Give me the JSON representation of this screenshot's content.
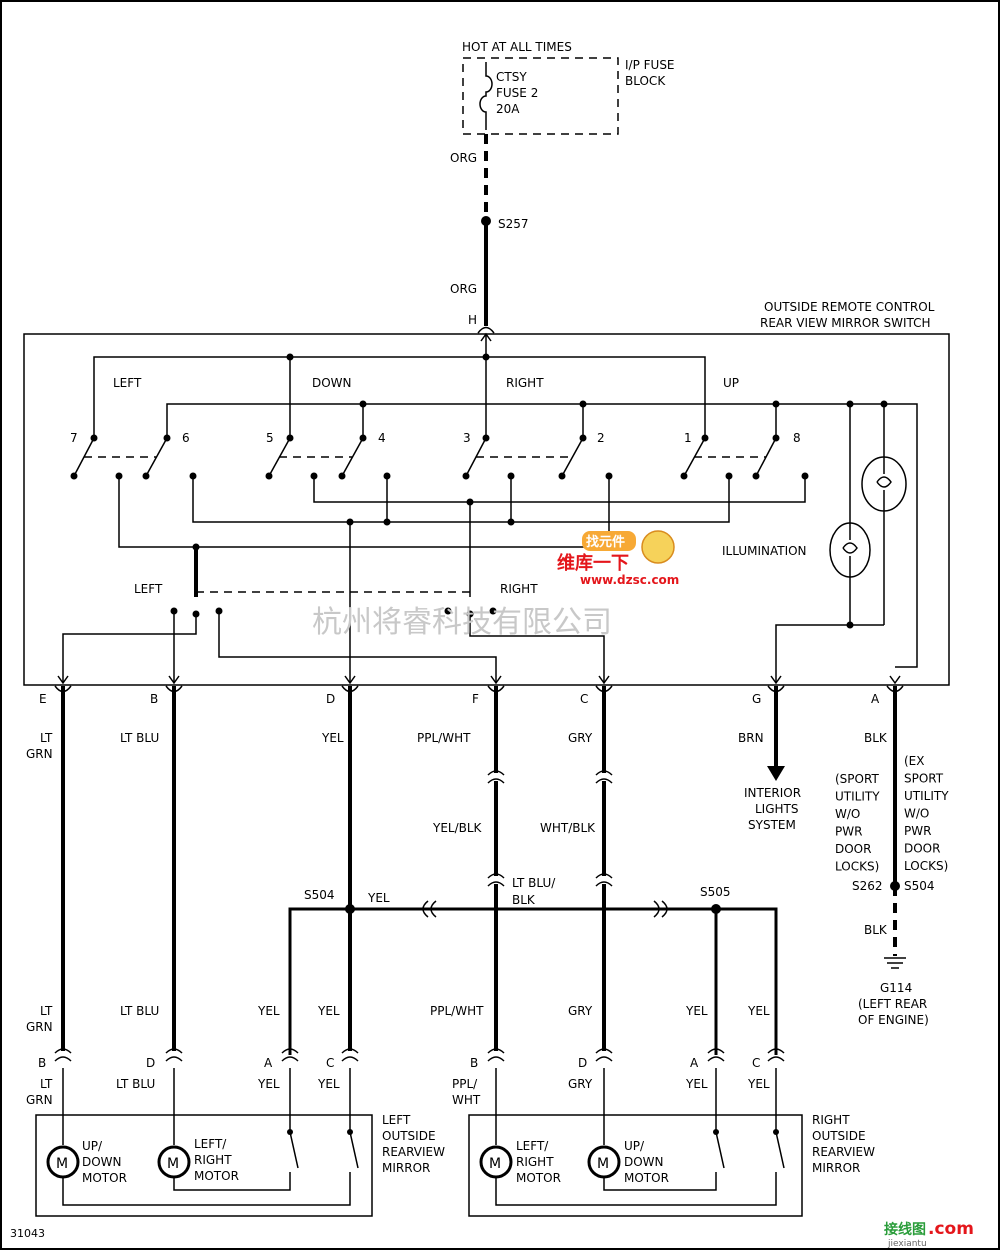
{
  "header": {
    "hot_label": "HOT AT ALL TIMES",
    "fuse_lines": [
      "CTSY",
      "FUSE 2",
      "20A"
    ],
    "fuse_block_lines": [
      "I/P FUSE",
      "BLOCK"
    ],
    "feed_wire_upper": "ORG",
    "splice_top": "S257",
    "feed_wire_lower": "ORG"
  },
  "switch": {
    "title_lines": [
      "OUTSIDE REMOTE CONTROL",
      "REAR VIEW MIRROR SWITCH"
    ],
    "input_pin": "H",
    "position_labels": [
      "LEFT",
      "DOWN",
      "RIGHT",
      "UP"
    ],
    "contact_numbers": [
      "7",
      "6",
      "5",
      "4",
      "3",
      "2",
      "1",
      "8"
    ],
    "selector_labels": [
      "LEFT",
      "RIGHT"
    ],
    "illumination_label": "ILLUMINATION",
    "watermark_site": "www.dzsc.com",
    "watermark_brand": "维库一下",
    "watermark_badge": "找元件",
    "pins": [
      "E",
      "B",
      "D",
      "F",
      "C",
      "G",
      "A"
    ]
  },
  "wires_upper": {
    "e_wire": [
      "LT",
      "GRN"
    ],
    "b_wire": "LT BLU",
    "d_wire": "YEL",
    "f_wire": "PPL/WHT",
    "c_wire": "GRY",
    "g_wire": "BRN",
    "a_wire": "BLK",
    "f_after_conn": "YEL/BLK",
    "c_after_conn": "WHT/BLK",
    "bus_lower": [
      "LT BLU/",
      "BLK"
    ],
    "interior_lights": [
      "INTERIOR",
      "LIGHTS",
      "SYSTEM"
    ],
    "sport_left": [
      "(SPORT",
      "UTILITY",
      "W/O",
      "PWR",
      "DOOR",
      "LOCKS)"
    ],
    "sport_right": [
      "(EX",
      "SPORT",
      "UTILITY",
      "W/O",
      "PWR",
      "DOOR",
      "LOCKS)"
    ],
    "splice_s262": "S262",
    "splice_s504_right": "S504",
    "ground_wire": "BLK",
    "ground_name": "G114",
    "ground_location": [
      "(LEFT REAR",
      "OF ENGINE)"
    ]
  },
  "bus": {
    "splice_left": "S504",
    "splice_right": "S505",
    "wire": "YEL"
  },
  "wires_lower": {
    "left_pair": [
      "LT",
      "GRN"
    ],
    "b_wire": "LT BLU",
    "yel": "YEL",
    "ppl_wht": "PPL/WHT",
    "gry": "GRY"
  },
  "connectors": {
    "left": [
      "B",
      "D",
      "A",
      "C"
    ],
    "right": [
      "B",
      "D",
      "A",
      "C"
    ],
    "left_below": {
      "b": [
        "LT",
        "GRN"
      ],
      "d": "LT BLU",
      "a": "YEL",
      "c": "YEL"
    },
    "right_below": {
      "b": [
        "PPL/",
        "WHT"
      ],
      "d": "GRY",
      "a": "YEL",
      "c": "YEL"
    }
  },
  "mirrors": {
    "left_title": [
      "LEFT",
      "OUTSIDE",
      "REARVIEW",
      "MIRROR"
    ],
    "right_title": [
      "RIGHT",
      "OUTSIDE",
      "REARVIEW",
      "MIRROR"
    ],
    "motor_symbol": "M",
    "left_motors": [
      [
        "UP/",
        "DOWN",
        "MOTOR"
      ],
      [
        "LEFT/",
        "RIGHT",
        "MOTOR"
      ]
    ],
    "right_motors": [
      [
        "LEFT/",
        "RIGHT",
        "MOTOR"
      ],
      [
        "UP/",
        "DOWN",
        "MOTOR"
      ]
    ]
  },
  "footer": {
    "figure_id": "31043",
    "company_watermark": "杭州将睿科技有限公司",
    "site_logo_brand": "接线图",
    "site_logo_com": ".com",
    "site_logo_url": "jiexiantu"
  }
}
